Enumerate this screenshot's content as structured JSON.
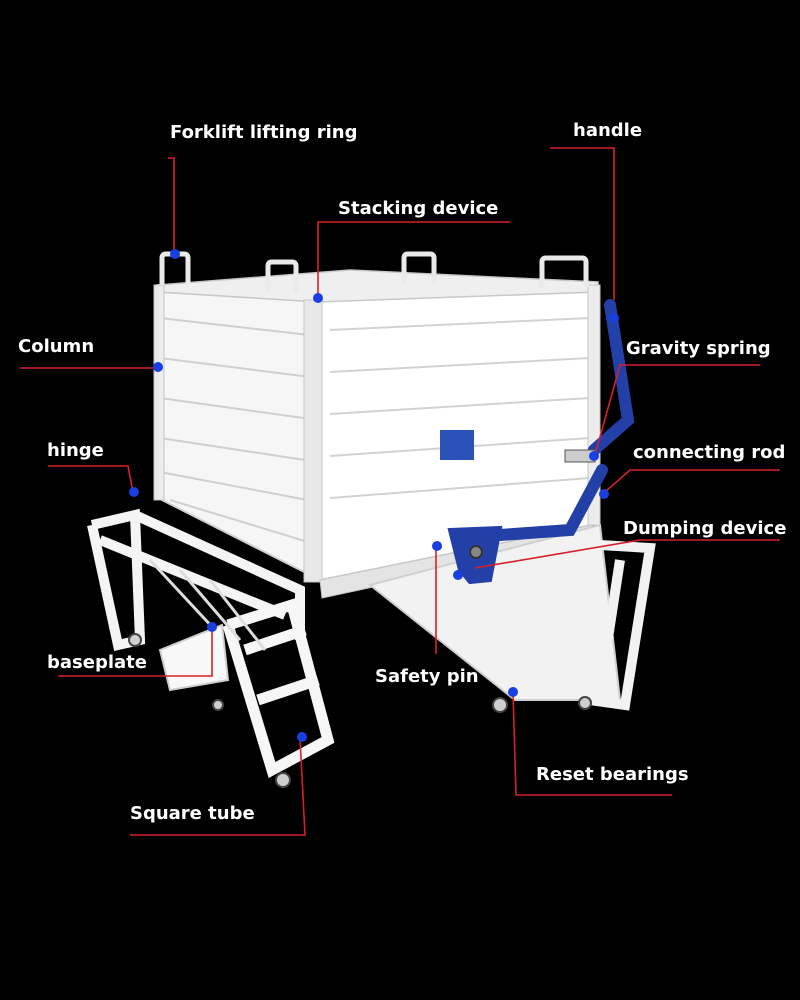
{
  "colors": {
    "background": "#000000",
    "frame": "#f4f4f4",
    "panel": "#ffffff",
    "panel_shade": "#dcdcdc",
    "leader_line": "#d8202a",
    "marker_dot": "#1a3fe0",
    "mechanism": "#2240a8",
    "text": "#ffffff"
  },
  "labels": {
    "forklift_lifting_ring": "Forklift lifting ring",
    "handle": "handle",
    "stacking_device": "Stacking device",
    "column": "Column",
    "gravity_spring": "Gravity spring",
    "hinge": "hinge",
    "connecting_rod": "connecting rod",
    "dumping_device": "Dumping device",
    "baseplate": "baseplate",
    "safety_pin": "Safety pin",
    "reset_bearings": "Reset bearings",
    "square_tube": "Square tube"
  }
}
